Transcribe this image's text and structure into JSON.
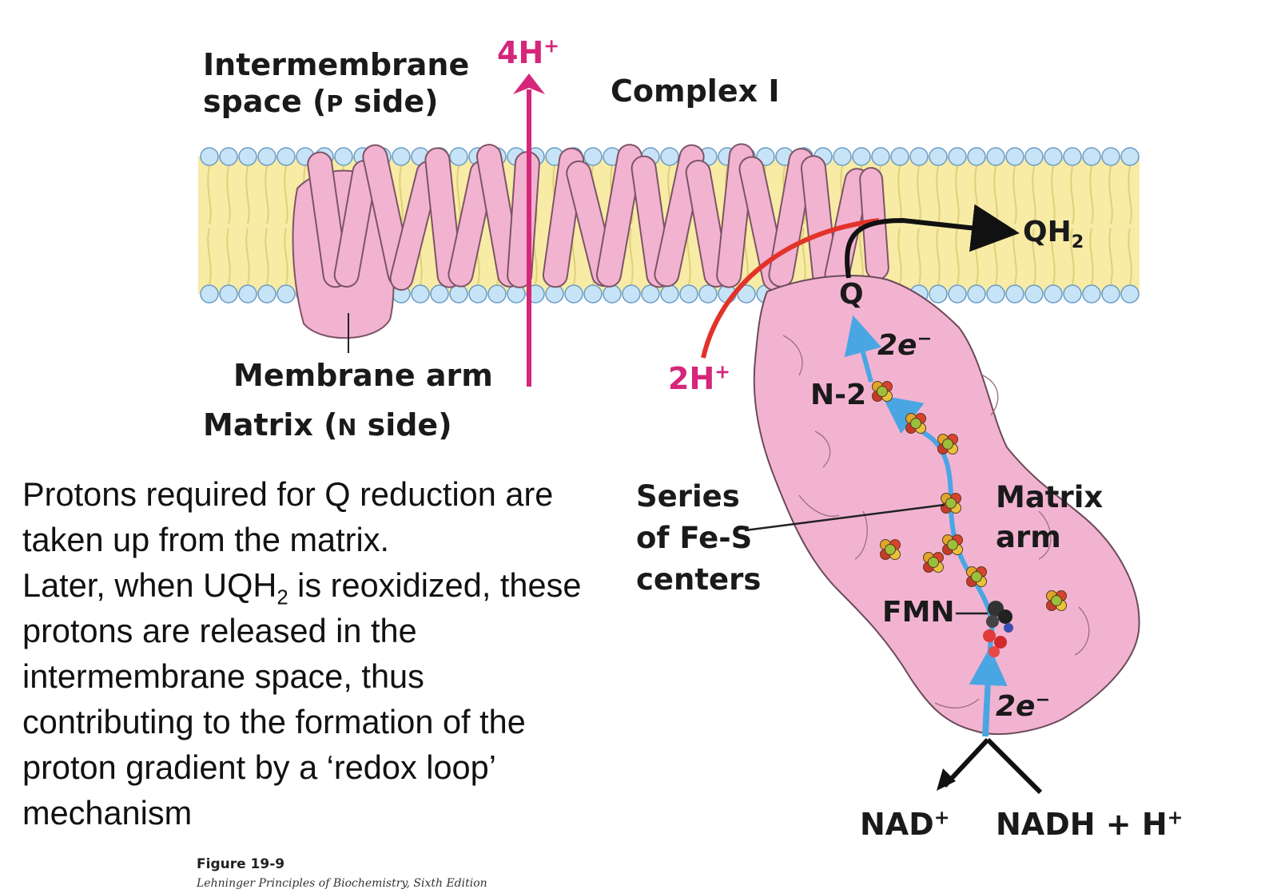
{
  "labels": {
    "intermembrane_line1": "Intermembrane",
    "intermembrane_line2_a": "space (",
    "intermembrane_line2_sc": "P",
    "intermembrane_line2_b": " side)",
    "complex": "Complex I",
    "proton_pump_main": "4H",
    "proton_pump_sup": "+",
    "membrane_arm": "Membrane arm",
    "matrix_a": "Matrix (",
    "matrix_sc": "N",
    "matrix_b": " side)",
    "q": "Q",
    "qh2_main": "QH",
    "qh2_sub": "2",
    "uptake_main": "2H",
    "uptake_sup": "+",
    "electrons_top_main": "2e",
    "electrons_top_sup": "−",
    "n2": "N-2",
    "fes_line1": "Series",
    "fes_line2": "of Fe-S",
    "fes_line3": "centers",
    "matrix_arm_line1": "Matrix",
    "matrix_arm_line2": "arm",
    "fmn": "FMN",
    "electrons_bottom_main": "2e",
    "electrons_bottom_sup": "−",
    "nad_main": "NAD",
    "nad_sup": "+",
    "nadh_main": "NADH + H",
    "nadh_sup": "+"
  },
  "paragraph": {
    "line1": "Protons required for Q  reduction are",
    "line2": "taken up from the matrix.",
    "line3_a": "Later, when UQH",
    "line3_sub": "2",
    "line3_b": " is reoxidized,  these",
    "line4": "protons are released in  the",
    "line5": "intermembrane space, thus",
    "line6": "contributing to the formation of  the",
    "line7": "proton gradient by a ‘redox  loop’",
    "line8": "mechanism"
  },
  "figure": {
    "caption": "Figure 19-9",
    "credit": "Lehninger Principles of Biochemistry, Sixth Edition"
  },
  "colors": {
    "protein": "#f2b3d1",
    "protein_outline": "#6b4a5a",
    "membrane": "#f7eba6",
    "headgroup": "#c7e3f7",
    "proton_arrow": "#d6267a",
    "electron_path": "#4aa6e2",
    "uptake_arc": "#e2332a",
    "q_arrow": "#111111"
  }
}
